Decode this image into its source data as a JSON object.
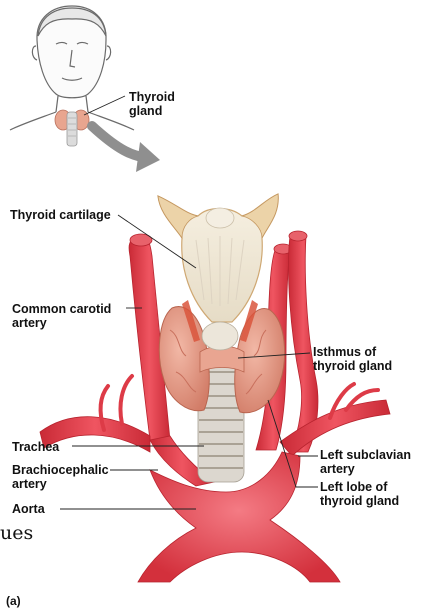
{
  "labels": {
    "thyroid_gland_line1": "Thyroid",
    "thyroid_gland_line2": "gland",
    "thyroid_cartilage": "Thyroid cartilage",
    "common_carotid_line1": "Common carotid",
    "common_carotid_line2": "artery",
    "isthmus_line1": "Isthmus of",
    "isthmus_line2": "thyroid gland",
    "trachea": "Trachea",
    "brachiocephalic_line1": "Brachiocephalic",
    "brachiocephalic_line2": "artery",
    "aorta": "Aorta",
    "left_subclavian_line1": "Left subclavian",
    "left_subclavian_line2": "artery",
    "left_lobe_line1": "Left lobe of",
    "left_lobe_line2": "thyroid gland",
    "panel_letter": "(a)",
    "stray_text": "ues"
  },
  "colors": {
    "artery": "#e03a45",
    "artery_dark": "#b8242f",
    "thyroid": "#e39a86",
    "thyroid_dark": "#c8705d",
    "cartilage": "#f2ead8",
    "cartilage_edge": "#d8b98c",
    "trachea": "#d9d4cc",
    "arrow": "#8f8f8f"
  }
}
